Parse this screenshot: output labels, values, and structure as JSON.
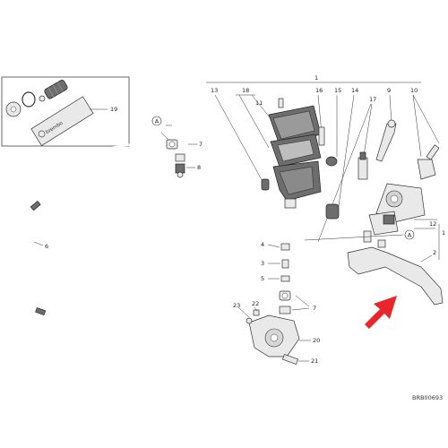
{
  "callouts": {
    "c1": "1",
    "c2": "2",
    "c3": "3",
    "c4": "4",
    "c5": "5",
    "c6": "6",
    "c7a": "7",
    "c7b": "7",
    "c8": "8",
    "c9": "9",
    "c10": "10",
    "c11": "11",
    "c12": "12",
    "c13": "13",
    "c14": "14",
    "c15": "15",
    "c16": "16",
    "c17": "17",
    "c18": "18",
    "c19": "19",
    "c20": "20",
    "c21": "21",
    "c22": "22",
    "c23": "23"
  },
  "refs": {
    "a1": "A",
    "a2": "A"
  },
  "drawing_code": "BRB00693",
  "kit_label": "brembo",
  "colors": {
    "arrow": "#e8262c",
    "line": "#333333",
    "dark_part": "#6d6d6d"
  }
}
